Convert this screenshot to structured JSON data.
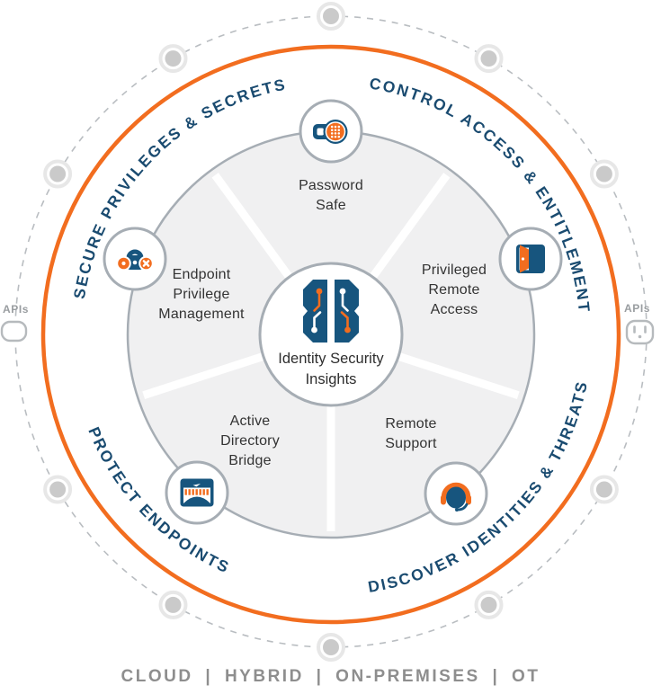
{
  "ring_labels": {
    "top_left": "SECURE PRIVILEGES & SECRETS",
    "top_right": "CONTROL ACCESS & ENTITLEMENT",
    "bottom_left": "PROTECT ENDPOINTS",
    "bottom_right": "DISCOVER IDENTITIES & THREATS"
  },
  "center_label": "Identity Security Insights",
  "products": {
    "password_safe": "Password Safe",
    "privileged_remote_access": "Privileged Remote Access",
    "remote_support": "Remote Support",
    "active_directory_bridge": "Active Directory Bridge",
    "endpoint_privilege_management": "Endpoint Privilege Management"
  },
  "apis_left": "APIs",
  "apis_right": "APIs",
  "caption": "CLOUD | HYBRID | ON-PREMISES | OT",
  "icons": {
    "center": "brain-circuit-icon",
    "password_safe": "credential-keypad-icon",
    "privileged_remote_access": "open-door-icon",
    "remote_support": "headset-icon",
    "active_directory_bridge": "bridge-icon",
    "endpoint_privilege_management": "padlock-allow-deny-icon",
    "apis": "power-outlet-icon",
    "perimeter": "node-dot"
  },
  "colors": {
    "orange": "#F26D1F",
    "icon_navy": "#17557E",
    "ring_label_navy": "#1A4B70",
    "ring_gray": "#A6ADB4",
    "donut_fill": "#F0F0F1",
    "dot_gray": "#CACACA",
    "caption_gray": "#8E8E8E"
  }
}
